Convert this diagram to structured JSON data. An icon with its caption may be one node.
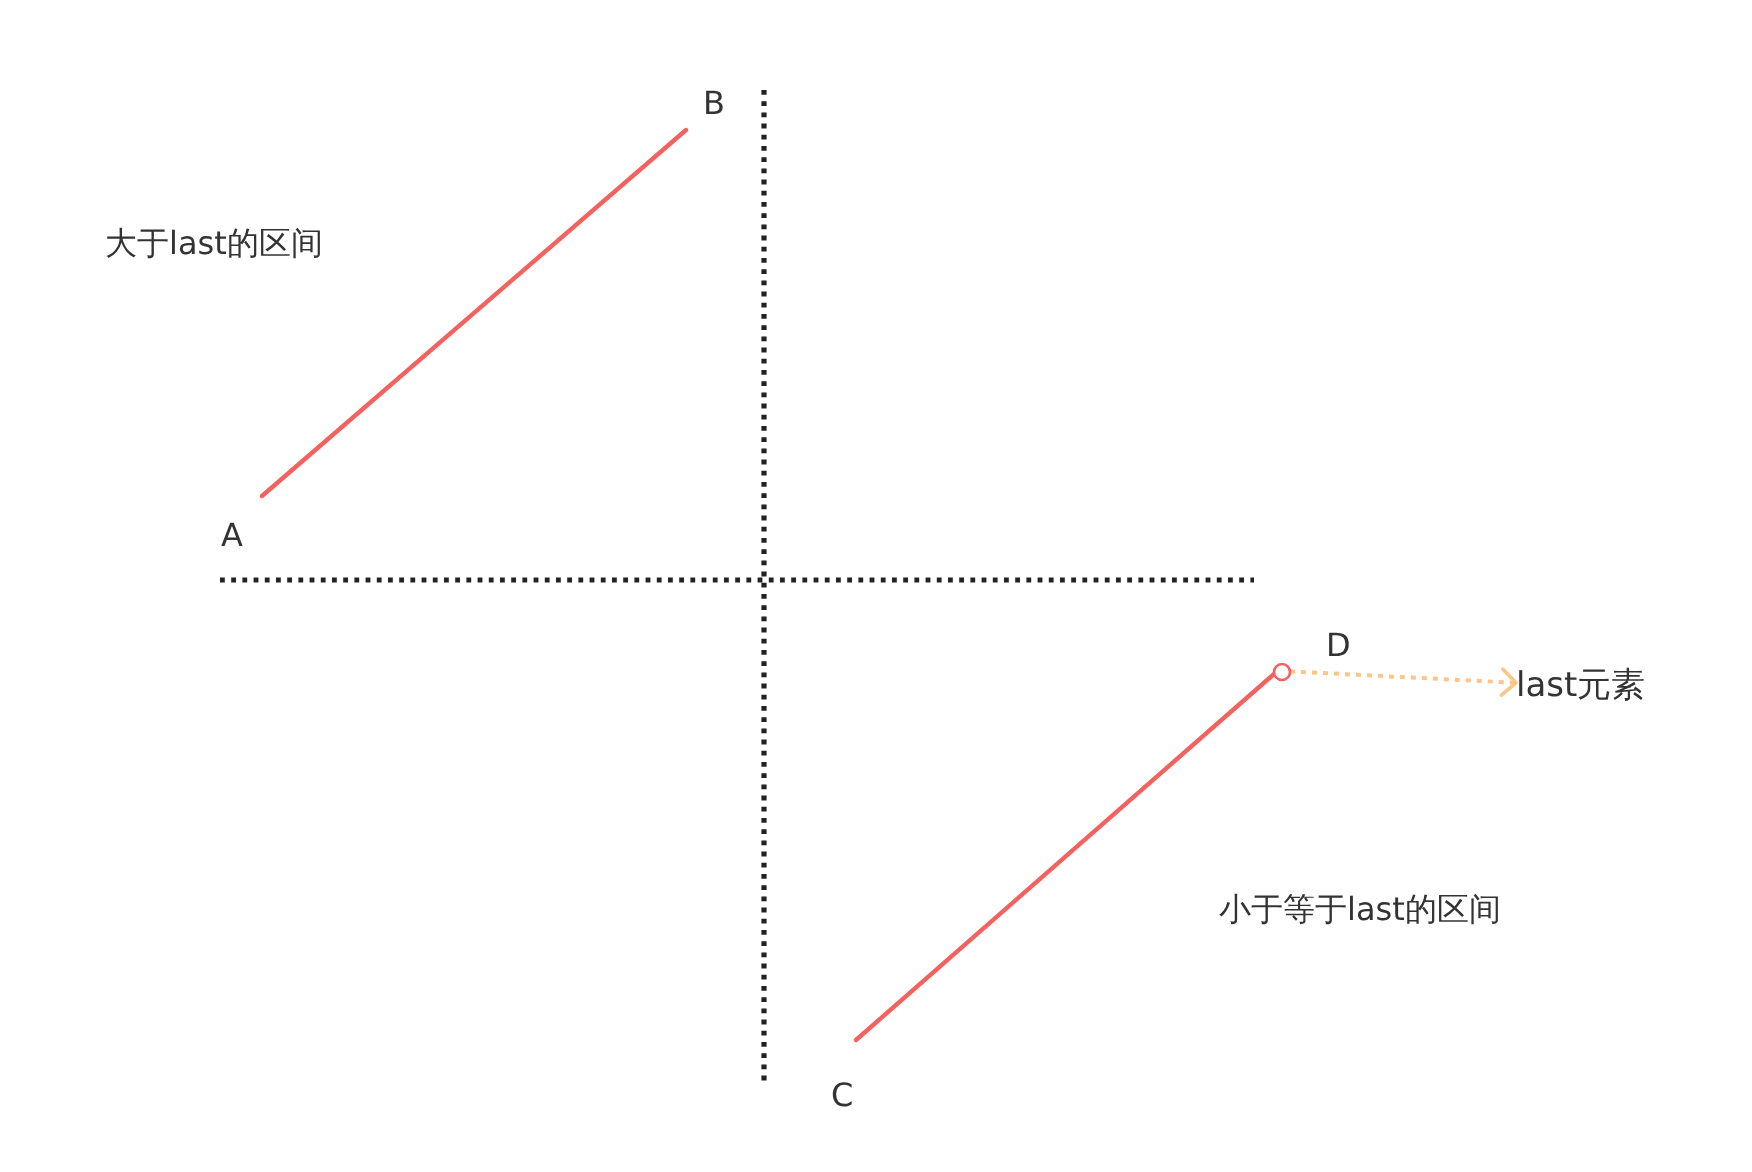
{
  "diagram": {
    "nodes": [
      {
        "text": [],
        "shape": "circle"
      },
      {
        "text": [
          "last元素"
        ]
      }
    ],
    "edges": [
      {
        "from": 0,
        "to": 1,
        "arrow": "to",
        "style": "dashed",
        "color": "#fcc58a"
      }
    ],
    "labels": [
      "B",
      "大于last的区间",
      "A",
      "D",
      "小于等于last的区间",
      "C"
    ]
  }
}
